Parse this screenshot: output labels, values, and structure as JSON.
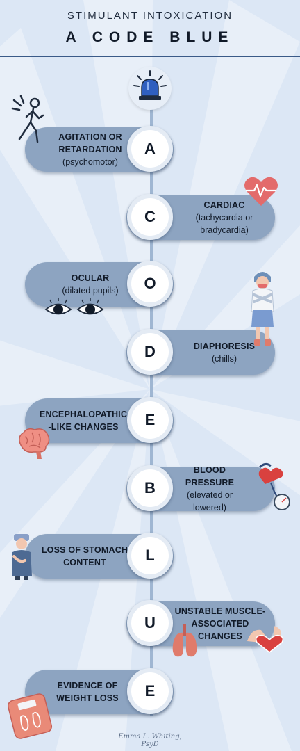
{
  "header": {
    "kicker": "STIMULANT INTOXICATION",
    "title": "A CODE BLUE"
  },
  "steps": [
    {
      "letter": "A",
      "line1": "AGITATION OR RETARDATION",
      "line2": "(psychomotor)",
      "icon": "walking-person-icon"
    },
    {
      "letter": "C",
      "line1": "CARDIAC",
      "line2": "(tachycardia or bradycardia)",
      "icon": "heart-pulse-icon"
    },
    {
      "letter": "O",
      "line1": "OCULAR",
      "line2": "(dilated pupils)",
      "icon": "eyes-icon"
    },
    {
      "letter": "D",
      "line1": "DIAPHORESIS",
      "line2": "(chills)",
      "icon": "shivering-person-icon"
    },
    {
      "letter": "E",
      "line1": "ENCEPHALOPATHIC -LIKE CHANGES",
      "line2": "",
      "icon": "brain-icon"
    },
    {
      "letter": "B",
      "line1": "BLOOD PRESSURE",
      "line2": "(elevated or lowered)",
      "icon": "blood-pressure-cuff-icon"
    },
    {
      "letter": "L",
      "line1": "LOSS OF STOMACH CONTENT",
      "line2": "",
      "icon": "nauseous-person-icon"
    },
    {
      "letter": "U",
      "line1": "UNSTABLE MUSCLE- ASSOCIATED CHANGES",
      "line2": "",
      "icon": "lungs-muscle-heart-icon"
    },
    {
      "letter": "E",
      "line1": "EVIDENCE OF WEIGHT LOSS",
      "line2": "",
      "icon": "scale-icon"
    }
  ],
  "top_icon": "siren-icon",
  "signature": "Emma L. Whiting, PsyD",
  "colors": {
    "background": "#dce7f5",
    "pill": "#8da4c1",
    "spine": "#9fb6d2",
    "accent_red": "#e05a5a"
  }
}
